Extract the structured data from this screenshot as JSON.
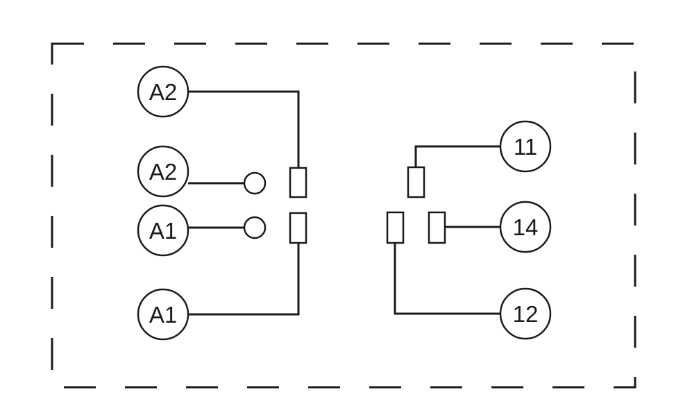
{
  "terminals": {
    "a2_top": "A2",
    "a2_mid": "A2",
    "a1_mid": "A1",
    "a1_bottom": "A1",
    "t11": "11",
    "t14": "14",
    "t12": "12"
  },
  "colors": {
    "line": "#1a1a1a",
    "background": "#ffffff"
  }
}
